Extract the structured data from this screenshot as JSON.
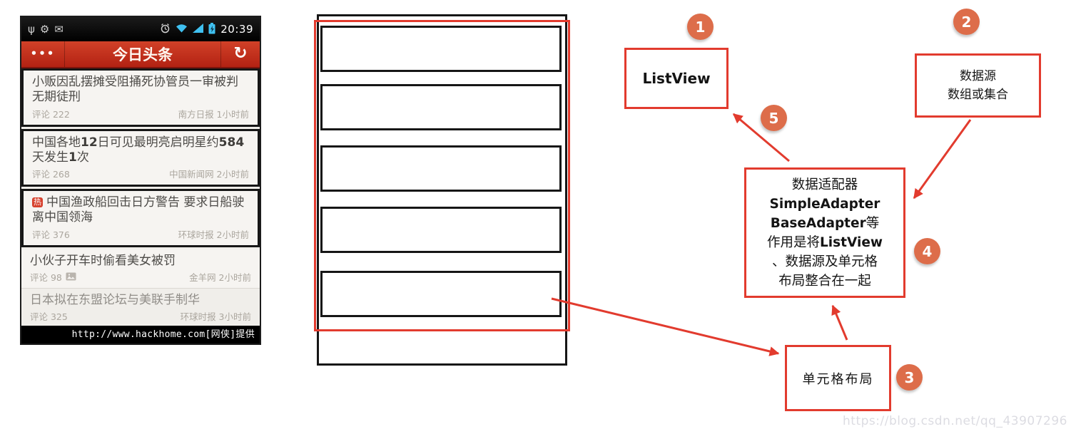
{
  "colors": {
    "red": "#e23b2e",
    "orange": "#dd6d4a",
    "header_red": "#c2281c",
    "status_blue": "#3fc0f0"
  },
  "phone": {
    "status": {
      "time": "20:39"
    },
    "header": {
      "menu": "•••",
      "title": "今日头条",
      "refresh": "↻"
    },
    "items": [
      {
        "title": "小贩因乱摆摊受阻捅死协管员一审被判无期徒刑",
        "comments": "评论 222",
        "source": "南方日报",
        "time": "1小时前",
        "highlighted": true,
        "dimmed": false,
        "has_photo_icon": false,
        "badge": ""
      },
      {
        "title": "中国各地12日可见最明亮启明星约584天发生1次",
        "comments": "评论 268",
        "source": "中国新闻网",
        "time": "2小时前",
        "highlighted": true,
        "dimmed": false,
        "has_photo_icon": false,
        "badge": ""
      },
      {
        "title": "中国渔政船回击日方警告 要求日船驶离中国领海",
        "comments": "评论 376",
        "source": "环球时报",
        "time": "2小时前",
        "highlighted": true,
        "dimmed": false,
        "has_photo_icon": false,
        "badge": "热"
      },
      {
        "title": "小伙子开车时偷看美女被罚",
        "comments": "评论 98",
        "source": "金羊网",
        "time": "2小时前",
        "highlighted": false,
        "dimmed": false,
        "has_photo_icon": true,
        "badge": ""
      },
      {
        "title": "日本拟在东盟论坛与美联手制华",
        "comments": "评论 325",
        "source": "环球时报",
        "time": "3小时前",
        "highlighted": false,
        "dimmed": true,
        "has_photo_icon": false,
        "badge": ""
      }
    ],
    "footer": "http://www.hackhome.com[网侠]提供"
  },
  "wireframe": {
    "cell_count": 5
  },
  "diagram": {
    "listview": {
      "label": "ListView",
      "badge": "1"
    },
    "datasource": {
      "lines": [
        "数据源",
        "数组或集合"
      ],
      "badge": "2"
    },
    "adapter": {
      "badge": "4",
      "lines": [
        [
          {
            "t": "数据适配器",
            "b": 0
          }
        ],
        [
          {
            "t": "SimpleAdapter",
            "b": 1
          }
        ],
        [
          {
            "t": "BaseAdapter",
            "b": 1
          },
          {
            "t": "等",
            "b": 0
          }
        ],
        [
          {
            "t": "作用是将",
            "b": 0
          },
          {
            "t": "ListView",
            "b": 1
          }
        ],
        [
          {
            "t": "、数据源及单元格",
            "b": 0
          }
        ],
        [
          {
            "t": "布局整合在一起",
            "b": 0
          }
        ]
      ]
    },
    "cell_layout": {
      "label": "单元格布局",
      "badge": "3"
    },
    "arrow_badge": "5"
  },
  "watermark": "https://blog.csdn.net/qq_43907296"
}
